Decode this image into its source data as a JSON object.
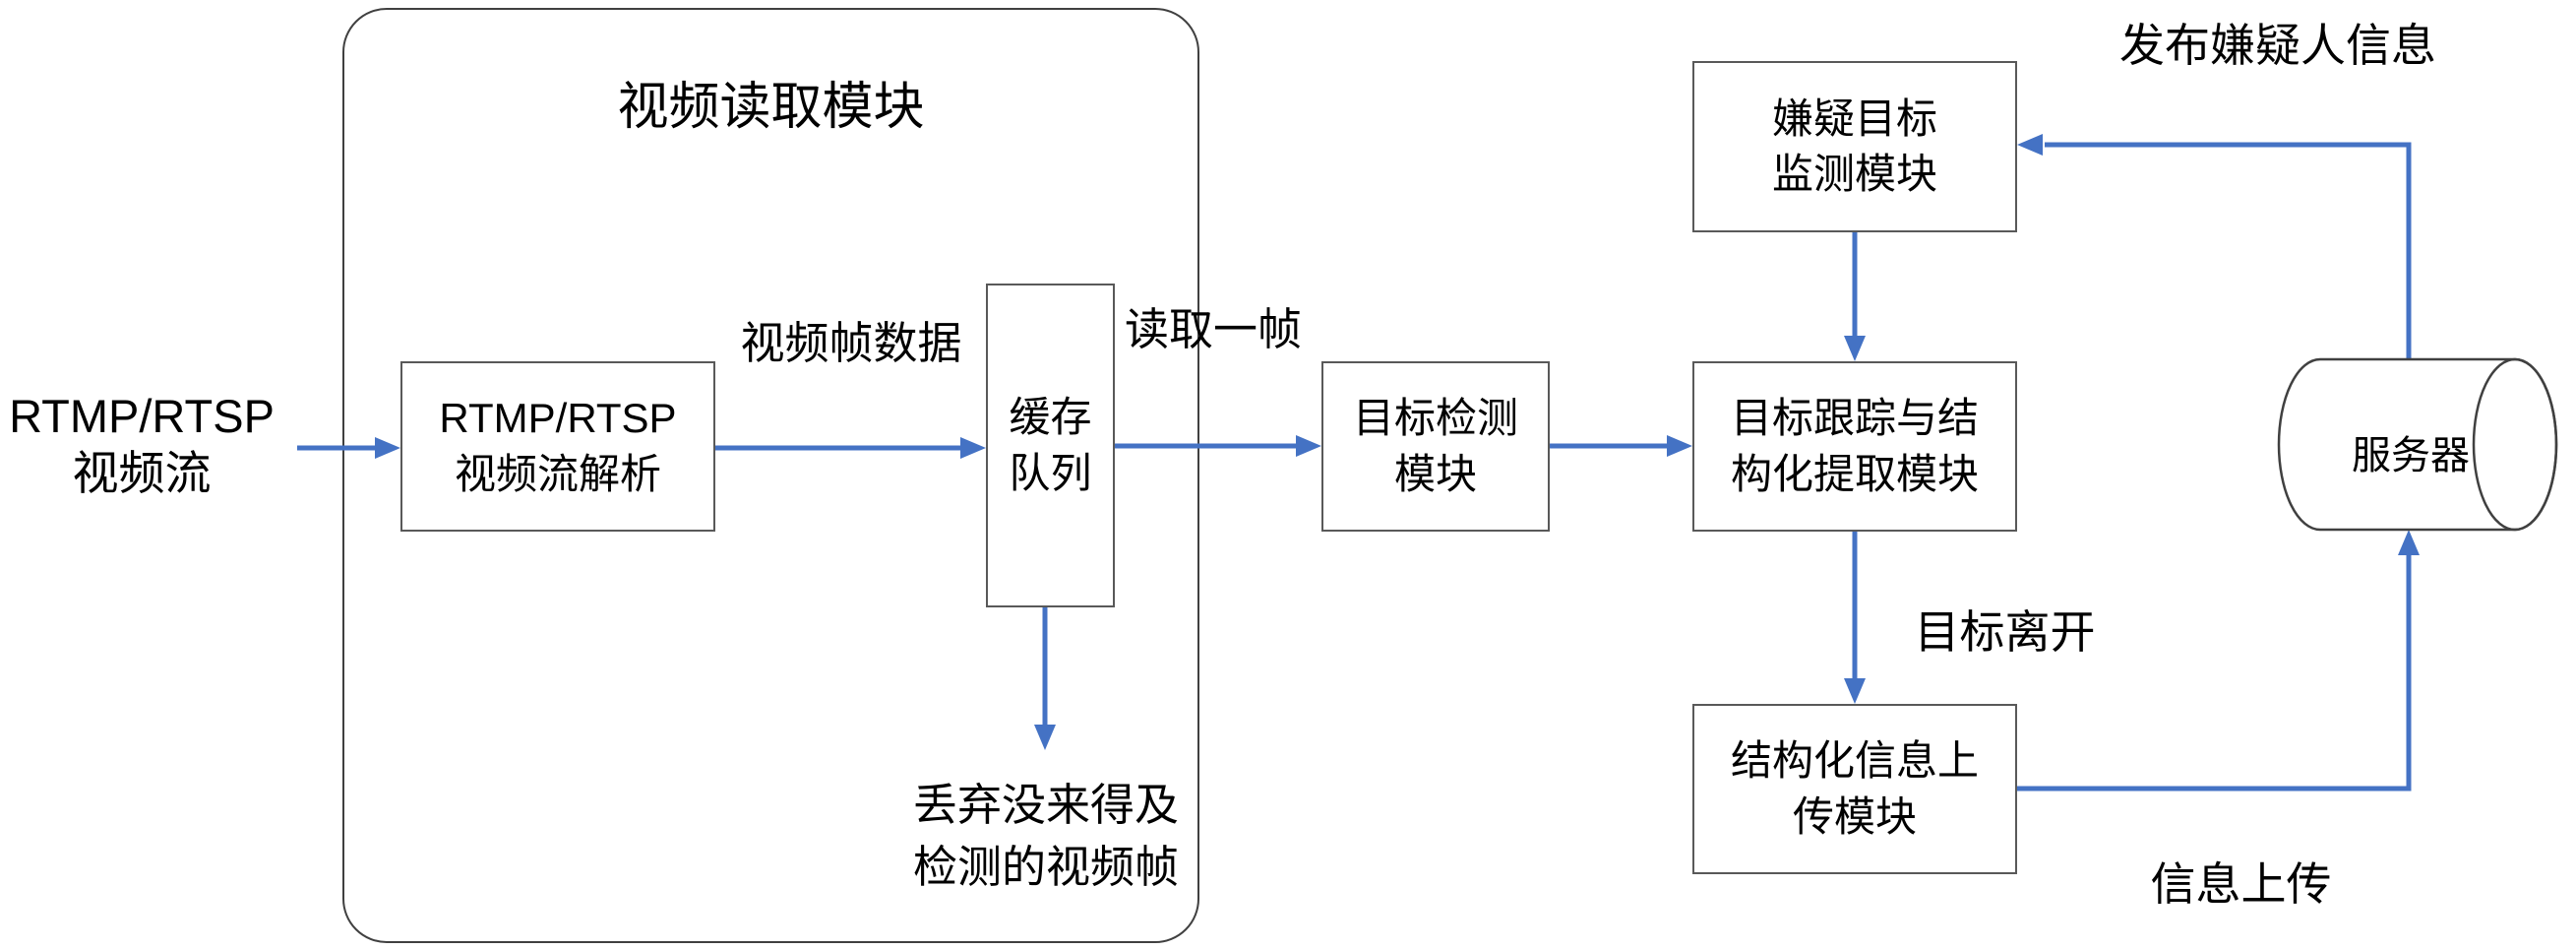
{
  "diagram": {
    "colors": {
      "arrow": "#4472C4",
      "border": "#595959",
      "container_border": "#404040",
      "text": "#000000",
      "background": "#ffffff"
    },
    "container": {
      "title": "视频读取模块"
    },
    "nodes": {
      "input_stream": {
        "lines": [
          "RTMP/RTSP",
          "视频流"
        ]
      },
      "stream_parse": {
        "lines": [
          "RTMP/RTSP",
          "视频流解析"
        ]
      },
      "buffer_queue": {
        "lines": [
          "缓存",
          "队列"
        ]
      },
      "object_detect": {
        "lines": [
          "目标检测",
          "模块"
        ]
      },
      "track_extract": {
        "lines": [
          "目标跟踪与结",
          "构化提取模块"
        ]
      },
      "suspect_monitor": {
        "lines": [
          "嫌疑目标",
          "监测模块"
        ]
      },
      "info_upload_module": {
        "lines": [
          "结构化信息上",
          "传模块"
        ]
      },
      "server": {
        "label": "服务器"
      }
    },
    "edge_labels": {
      "frame_data": "视频帧数据",
      "read_frame": "读取一帧",
      "discard": {
        "lines": [
          "丢弃没来得及",
          "检测的视频帧"
        ]
      },
      "target_leave": "目标离开",
      "info_upload": "信息上传",
      "publish_suspect": "发布嫌疑人信息"
    }
  }
}
